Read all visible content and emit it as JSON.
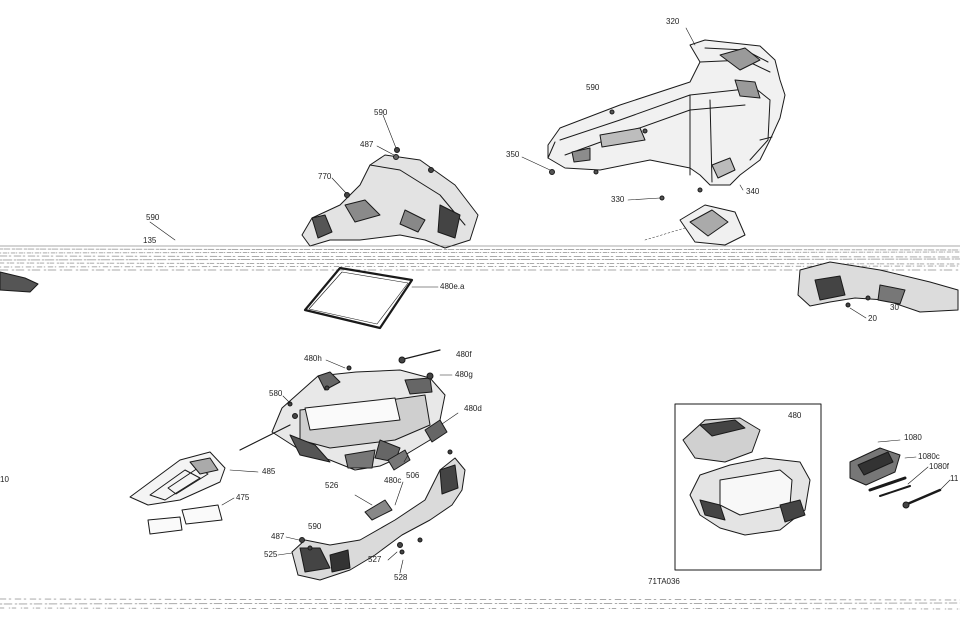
{
  "diagram": {
    "reference": "71TA036",
    "labels": {
      "p320": "320",
      "p590_top": "590",
      "p350": "350",
      "p330": "330",
      "p340": "340",
      "p590_mid": "590",
      "p487_mid": "487",
      "p770": "770",
      "p590_left": "590",
      "p135": "135",
      "p480ea": "480e.a",
      "p20": "20",
      "p30": "30",
      "p480h": "480h",
      "p480f": "480f",
      "p480g": "480g",
      "p580": "580",
      "p480d": "480d",
      "p485": "485",
      "p475": "475",
      "p480c": "480c",
      "p526": "526",
      "p506": "506",
      "p487_bot": "487",
      "p590_bot": "590",
      "p525": "525",
      "p527": "527",
      "p528": "528",
      "p480_box": "480",
      "p1080": "1080",
      "p1080c": "1080c",
      "p1080f": "1080f",
      "p11": "11",
      "p10": "10"
    }
  }
}
